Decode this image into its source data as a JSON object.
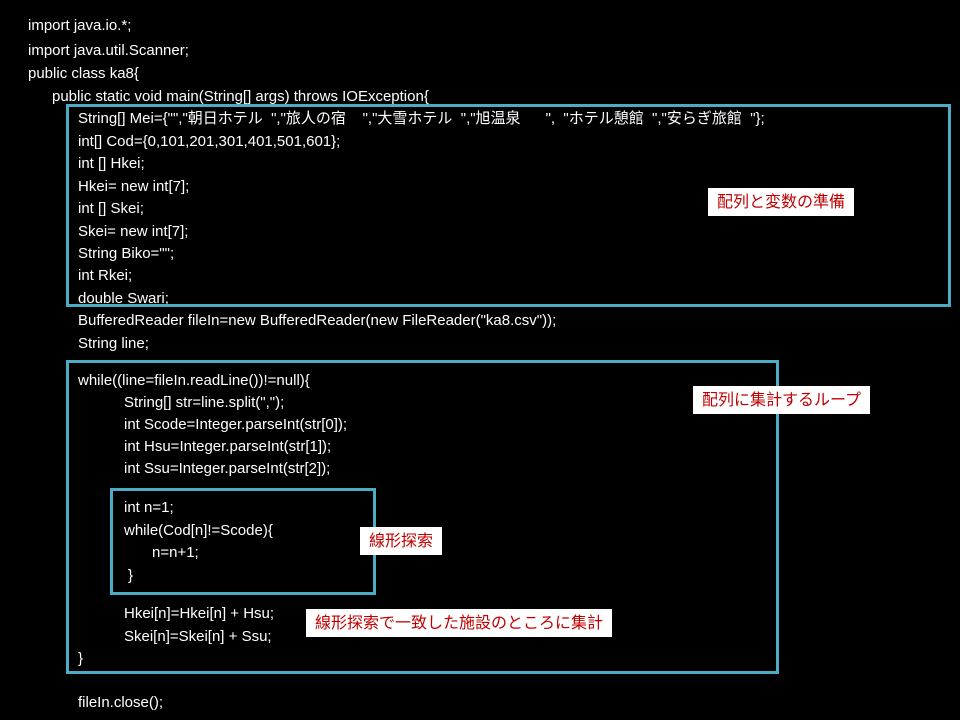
{
  "code": {
    "lines": [
      "import java.io.*;",
      "import java.util.Scanner;",
      "public class ka8{",
      "public static void main(String[] args) throws IOException{",
      "String[] Mei={\"\",\"朝日ホテル  \",\"旅人の宿    \",\"大雪ホテル  \",\"旭温泉      \",  \"ホテル憩館  \",\"安らぎ旅館  \"};",
      "int[] Cod={0,101,201,301,401,501,601};",
      "int [] Hkei;",
      "Hkei= new int[7];",
      "int [] Skei;",
      "Skei= new int[7];",
      "String Biko=\"\";",
      "int Rkei;",
      "double Swari;",
      "BufferedReader fileIn=new BufferedReader(new FileReader(\"ka8.csv\"));",
      "String line;",
      "while((line=fileIn.readLine())!=null){",
      "String[] str=line.split(\",\");",
      "int Scode=Integer.parseInt(str[0]);",
      "int Hsu=Integer.parseInt(str[1]);",
      "int Ssu=Integer.parseInt(str[2]);",
      "int n=1;",
      "while(Cod[n]!=Scode){",
      "n=n+1;",
      "}",
      "Hkei[n]=Hkei[n] + Hsu;",
      "Skei[n]=Skei[n] + Ssu;",
      "}",
      "fileIn.close();"
    ]
  },
  "annotations": {
    "arrays_setup": "配列と変数の準備",
    "aggregation_loop": "配列に集計するループ",
    "linear_search": "線形探索",
    "search_and_sum": "線形探索で一致した施設のところに集計"
  },
  "colors": {
    "background": "#000000",
    "code_text": "#ffffff",
    "box_border": "#4bacc6",
    "callout_bg": "#ffffff",
    "callout_text": "#c00000"
  }
}
